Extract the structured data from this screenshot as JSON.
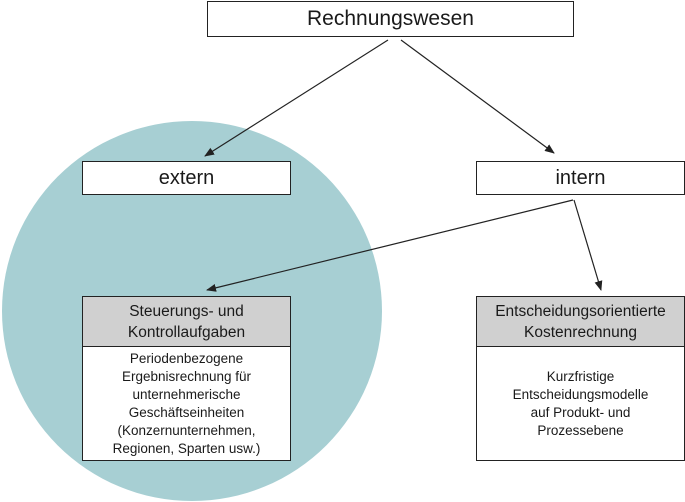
{
  "diagram": {
    "root": "Rechnungswesen",
    "extern": "extern",
    "intern": "intern",
    "left_card": {
      "title_lines": [
        "Steuerungs- und",
        "Kontrollaufgaben"
      ],
      "body_lines": [
        "Periodenbezogene",
        "Ergebnisrechnung für",
        "unternehmerische",
        "Geschäftseinheiten",
        "(Konzernunternehmen,",
        "Regionen, Sparten usw.)"
      ]
    },
    "right_card": {
      "title_lines": [
        "Entscheidungsorientierte",
        "Kostenrechnung"
      ],
      "body_lines": [
        "Kurzfristige",
        "Entscheidungsmodelle",
        "auf Produkt- und",
        "Prozessebene"
      ]
    }
  },
  "colors": {
    "circle": "#a7cfd3",
    "header_fill": "#d0d0d0",
    "line": "#222222"
  }
}
